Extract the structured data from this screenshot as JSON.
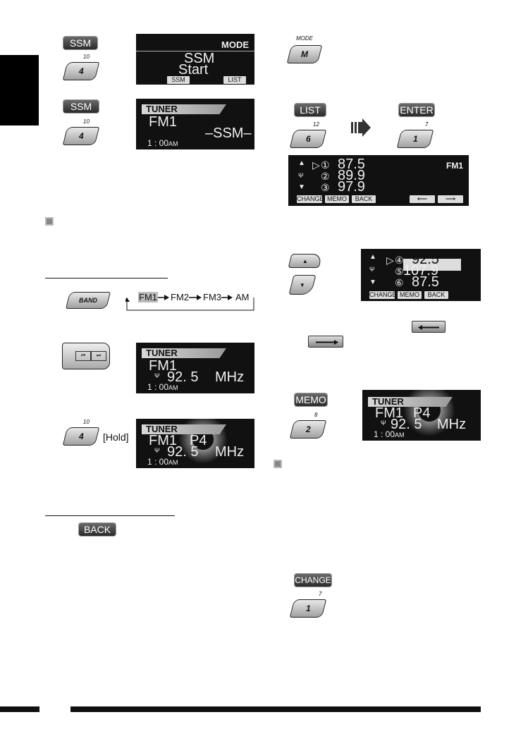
{
  "left": {
    "ssm_chip": "SSM",
    "key4_num": "4",
    "key4_sup": "10",
    "lcd1": {
      "mode": "MODE",
      "line1": "SSM",
      "line2": "Start",
      "soft1": "SSM",
      "soft2": "LIST"
    },
    "lcd2": {
      "tuner": "TUNER",
      "band": "FM1",
      "ssm": "–SSM–",
      "clock": "1 : 00",
      "ampm": "AM"
    },
    "band_key": "BAND",
    "band_cycle": [
      "FM1",
      "FM2",
      "FM3",
      "AM"
    ],
    "lcd3": {
      "tuner": "TUNER",
      "band": "FM1",
      "freq": "92. 5",
      "unit": "MHz",
      "clock": "1 : 00",
      "ampm": "AM"
    },
    "hold_label": "[Hold]",
    "lcd4": {
      "tuner": "TUNER",
      "band": "FM1",
      "preset": "P4",
      "freq": "92. 5",
      "unit": "MHz",
      "clock": "1 : 00",
      "ampm": "AM"
    },
    "back_chip": "BACK"
  },
  "right": {
    "mode_label": "MODE",
    "mode_key": "M",
    "list_chip": "LIST",
    "enter_chip": "ENTER",
    "key6_num": "6",
    "key6_sup": "12",
    "key1_num": "1",
    "key1_sup": "7",
    "list_lcd": {
      "band": "FM1",
      "rows": [
        {
          "num": "①",
          "freq": "87.5"
        },
        {
          "num": "②",
          "freq": "89.9"
        },
        {
          "num": "③",
          "freq": "97.9"
        }
      ],
      "soft": [
        "CHANGE",
        "MEMO",
        "BACK"
      ]
    },
    "list_lcd2": {
      "rows": [
        {
          "num": "④",
          "freq": "92.5"
        },
        {
          "num": "⑤",
          "freq": "107.9"
        },
        {
          "num": "⑥",
          "freq": "87.5"
        }
      ],
      "soft": [
        "CHANGE",
        "MEMO",
        "BACK"
      ]
    },
    "memo_chip": "MEMO",
    "key2_num": "2",
    "key2_sup": "8",
    "memo_lcd": {
      "tuner": "TUNER",
      "band": "FM1",
      "preset": "P4",
      "freq": "92. 5",
      "unit": "MHz",
      "clock": "1 : 00",
      "ampm": "AM"
    },
    "change_chip": "CHANGE",
    "key1b_num": "1",
    "key1b_sup": "7"
  }
}
